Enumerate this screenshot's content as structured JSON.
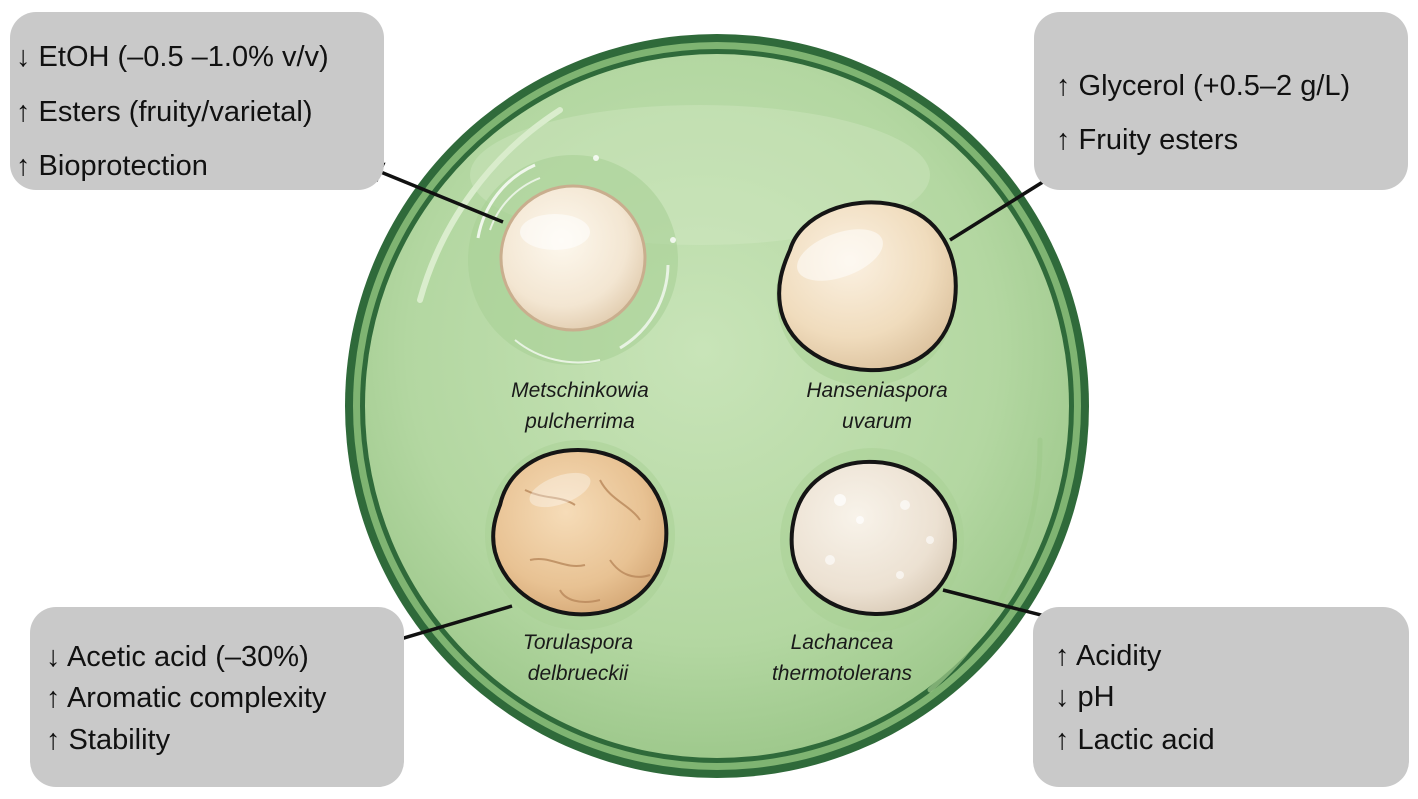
{
  "boxes": {
    "top_left": {
      "lines": [
        "↓ EtOH (–0.5 –1.0% v/v)",
        "↑ Esters (fruity/varietal)",
        "↑ Bioprotection"
      ]
    },
    "top_right": {
      "lines": [
        "↑ Glycerol (+0.5–2 g/L)",
        "↑ Fruity esters"
      ]
    },
    "bottom_left": {
      "lines": [
        "↓ Acetic acid (–30%)",
        "↑ Aromatic complexity",
        "↑ Stability"
      ]
    },
    "bottom_right": {
      "lines": [
        "↑ Acidity",
        "↓ pH",
        "↑ Lactic acid"
      ]
    }
  },
  "species": {
    "metschnikowia": [
      "Metschinkowia",
      "pulcherrima"
    ],
    "hanseniaspora": [
      "Hanseniaspora",
      "uvarum"
    ],
    "torulaspora": [
      "Torulaspora",
      "delbrueckii"
    ],
    "lachancea": [
      "Lachancea",
      "thermotolerans"
    ]
  },
  "colors": {
    "dish_fill": "#b7d9a6",
    "dish_rim": "#2f6a3a",
    "box_fill": "#c9c9c9",
    "arrow": "#111111"
  }
}
